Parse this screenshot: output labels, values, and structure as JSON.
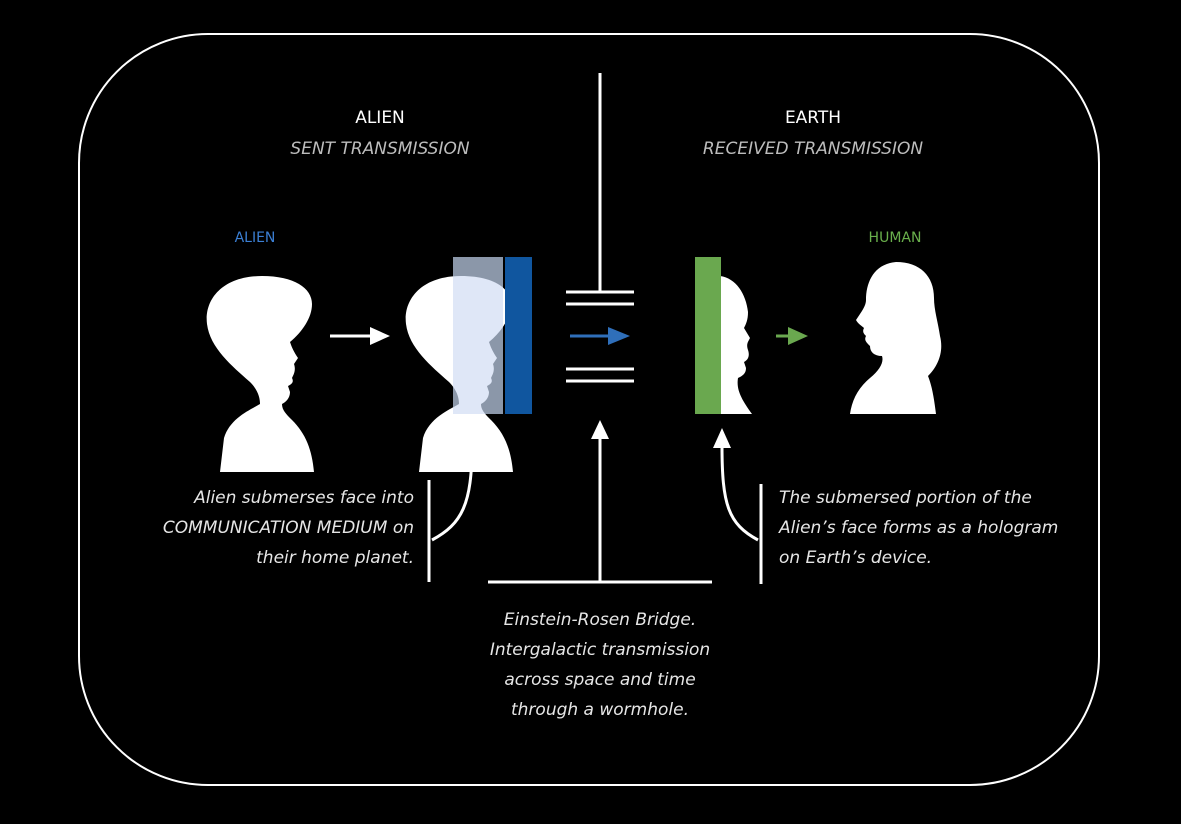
{
  "colors": {
    "background": "#000000",
    "frame": "#ffffff",
    "alien_label": "#3b7fd4",
    "human_label": "#6ab04c",
    "medium_front": "#dfe7f7",
    "medium_glass": "#8b97a9",
    "medium_bar": "#10569f",
    "earth_bar": "#6aa84f",
    "wormhole_arrow": "#2f6fba",
    "earth_arrow": "#6aa84f"
  },
  "sections": {
    "alien": {
      "title": "ALIEN",
      "subtitle": "SENT TRANSMISSION"
    },
    "earth": {
      "title": "EARTH",
      "subtitle": "RECEIVED  TRANSMISSION"
    }
  },
  "figures": {
    "alien_label": "ALIEN",
    "human_label": "HUMAN"
  },
  "notes": {
    "alien_medium": [
      "Alien submerses face into",
      "COMMUNICATION MEDIUM on",
      "their home planet."
    ],
    "wormhole": [
      "Einstein-Rosen Bridge.",
      "Intergalactic transmission",
      "across space and time",
      "through a wormhole."
    ],
    "hologram": [
      "The submersed portion of the",
      "Alien’s face forms as a hologram",
      "on Earth’s device."
    ]
  },
  "icons": {
    "alien_head": "alien-silhouette-icon",
    "human_head": "human-silhouette-icon",
    "arrow": "arrow-right-icon"
  }
}
